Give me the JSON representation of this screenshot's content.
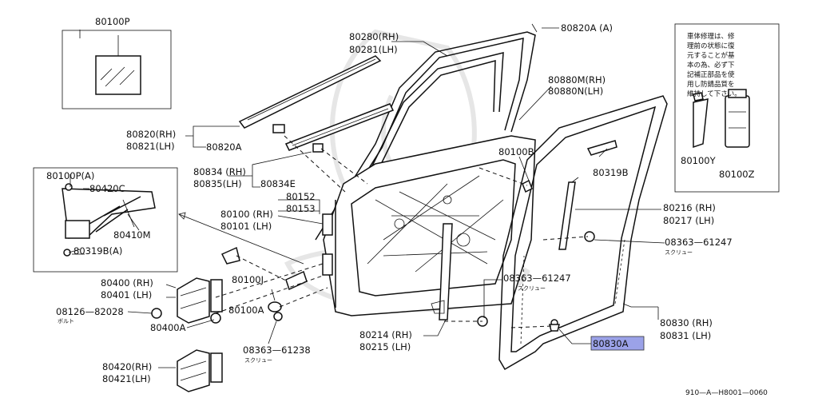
{
  "labels": {
    "l80100p": "80100P",
    "l80280": "80280(RH)",
    "l80281": "80281(LH)",
    "l80820a_a": "80820A (A)",
    "l80880m": "80880M(RH)",
    "l80880n": "80880N(LH)",
    "l80820": "80820(RH)",
    "l80821": "80821(LH)",
    "l80820a": "80820A",
    "l80834": "80834 (RH)",
    "l80835": "80835(LH)",
    "l80834e": "80834E",
    "l80100pa": "80100P(A)",
    "l80420c": "80420C",
    "l80410m": "80410M",
    "l80319ba": "80319B(A)",
    "l80152": "80152",
    "l80153": "80153",
    "l80100": "80100 (RH)",
    "l80101": "80101 (LH)",
    "l80100b": "80100B",
    "l80319b": "80319B",
    "l80216": "80216 (RH)",
    "l80217": "80217 (LH)",
    "l08363_1": "08363—61247",
    "l08363_1_jp": "スクリュー",
    "l08363_2": "08363—61247",
    "l08363_2_jp": "スクリュー",
    "l80100j": "80100J",
    "l80400": "80400 (RH)",
    "l80401": "80401 (LH)",
    "l08126": "08126—82028",
    "l08126_jp": "ボルト",
    "l80100a": "80100A",
    "l80400a": "80400A",
    "l08363_3": "08363—61238",
    "l08363_3_jp": "スクリュー",
    "l80214": "80214 (RH)",
    "l80215": "80215 (LH)",
    "l80830": "80830 (RH)",
    "l80831": "80831 (LH)",
    "l80830a": "80830A",
    "l80420": "80420(RH)",
    "l80421": "80421(LH)",
    "l80100y": "80100Y",
    "l80100z": "80100Z"
  },
  "note_lines": [
    "車体修理は、修",
    "理前の状態に復",
    "元することが基",
    "本の為、必ず下",
    "記補正部品を使",
    "用し防錆品質を",
    "維持して下さい。"
  ],
  "diagram_code": "910—A—H8001—0060",
  "highlight_color": "#9ba2e8"
}
